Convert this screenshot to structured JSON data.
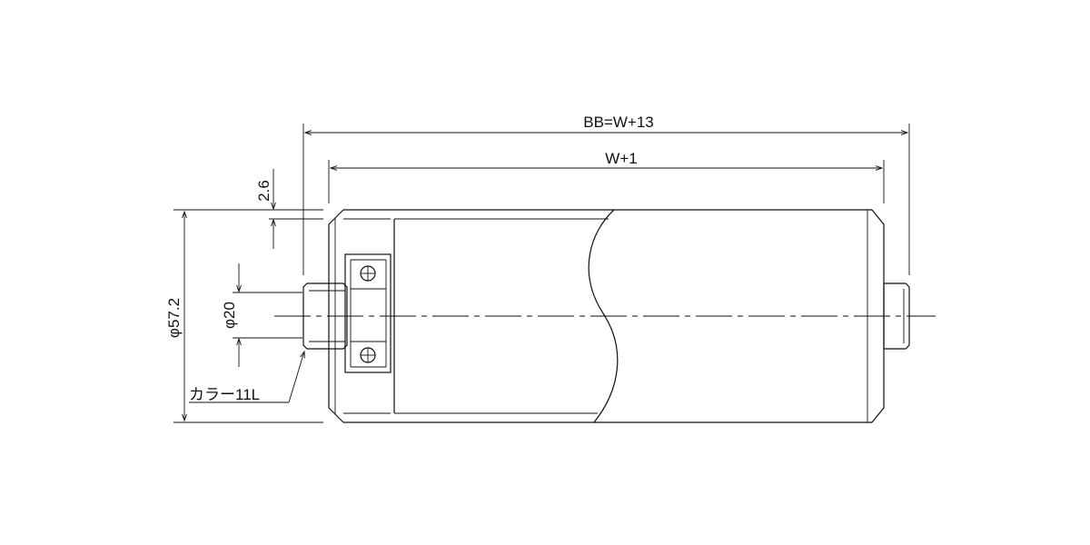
{
  "dimensions": {
    "overall_length": "BB=W+13",
    "tube_length": "W+1",
    "wall_thickness": "2.6",
    "roller_diameter": "φ57.2",
    "shaft_diameter": "φ20",
    "collar": "カラー11L"
  }
}
